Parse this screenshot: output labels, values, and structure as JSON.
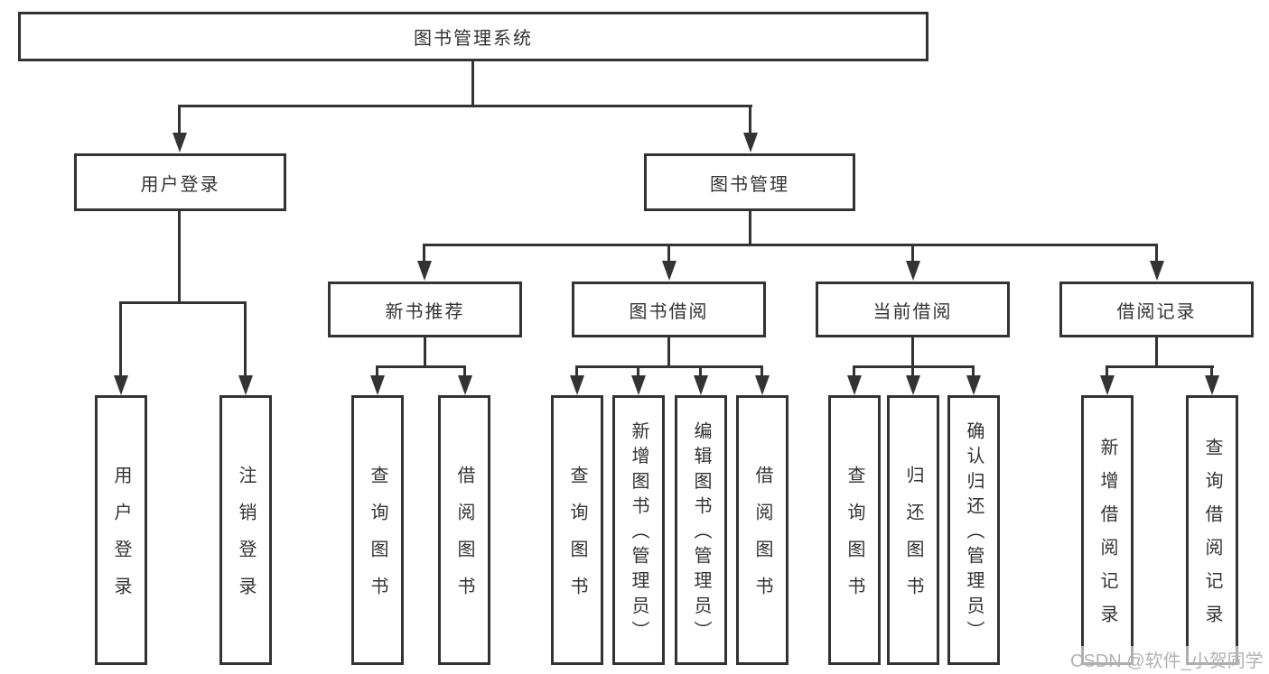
{
  "diagram": {
    "root": {
      "label": "图书管理系统"
    },
    "branches": [
      {
        "label": "用户登录",
        "children": [
          {
            "label": "用户登录"
          },
          {
            "label": "注销登录"
          }
        ]
      },
      {
        "label": "图书管理",
        "children": [
          {
            "label": "新书推荐",
            "children": [
              {
                "label": "查询图书"
              },
              {
                "label": "借阅图书"
              }
            ]
          },
          {
            "label": "图书借阅",
            "children": [
              {
                "label": "查询图书"
              },
              {
                "label": "新增图书（管理员）"
              },
              {
                "label": "编辑图书（管理员）"
              },
              {
                "label": "借阅图书"
              }
            ]
          },
          {
            "label": "当前借阅",
            "children": [
              {
                "label": "查询图书"
              },
              {
                "label": "归还图书"
              },
              {
                "label": "确认归还（管理员）"
              }
            ]
          },
          {
            "label": "借阅记录",
            "children": [
              {
                "label": "新增借阅记录"
              },
              {
                "label": "查询借阅记录"
              }
            ]
          }
        ]
      }
    ]
  },
  "watermark": "CSDN @软件_小贺同学",
  "colors": {
    "line": "#333333",
    "text": "#333333",
    "watermark": "#b2b2b2",
    "background": "#ffffff"
  }
}
